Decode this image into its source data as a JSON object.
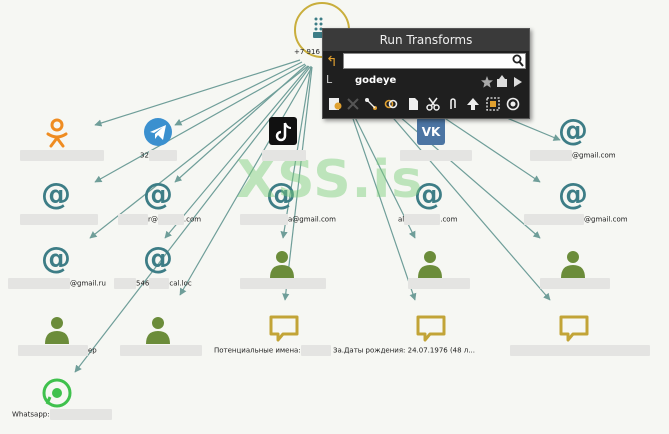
{
  "root_node": {
    "label": "+7 916"
  },
  "watermark": "XSS.is",
  "menu": {
    "title": "Run Transforms",
    "search_value": "",
    "transform_name": "godeye",
    "tool_icons": [
      "details-icon",
      "delete-icon",
      "layout-icon",
      "link-icon",
      "copy-icon",
      "cut-icon",
      "attach-icon",
      "up-icon",
      "select-icon",
      "target-icon"
    ]
  },
  "nodes": {
    "telegram_label": "32",
    "email_1_label": "@gmail.com",
    "email_3_label": "r@",
    "email_3b_label": ".com",
    "email_4_label": "a@gmail.com",
    "email_5_label": "al",
    "email_5b_label": ".com",
    "email_6_label": "@gmail.com",
    "email_7_label": "@gmail.ru",
    "email_8_label": "546",
    "email_8b_label": "cal.loc",
    "person_label": "ep",
    "note_label": "Потенциальные имена:",
    "note_label_b": "За.Даты рождения: 24.07.1976 (48 л...",
    "whatsapp_label": "Whatsapp:"
  },
  "colors": {
    "edge": "#6f9e99",
    "email": "#3d7d86",
    "person": "#6b8c3a",
    "note": "#c2a437",
    "telegram": "#3b90cf",
    "vk": "#4c75a3",
    "ok": "#ef8c21",
    "whatsapp": "#3fc14d"
  }
}
